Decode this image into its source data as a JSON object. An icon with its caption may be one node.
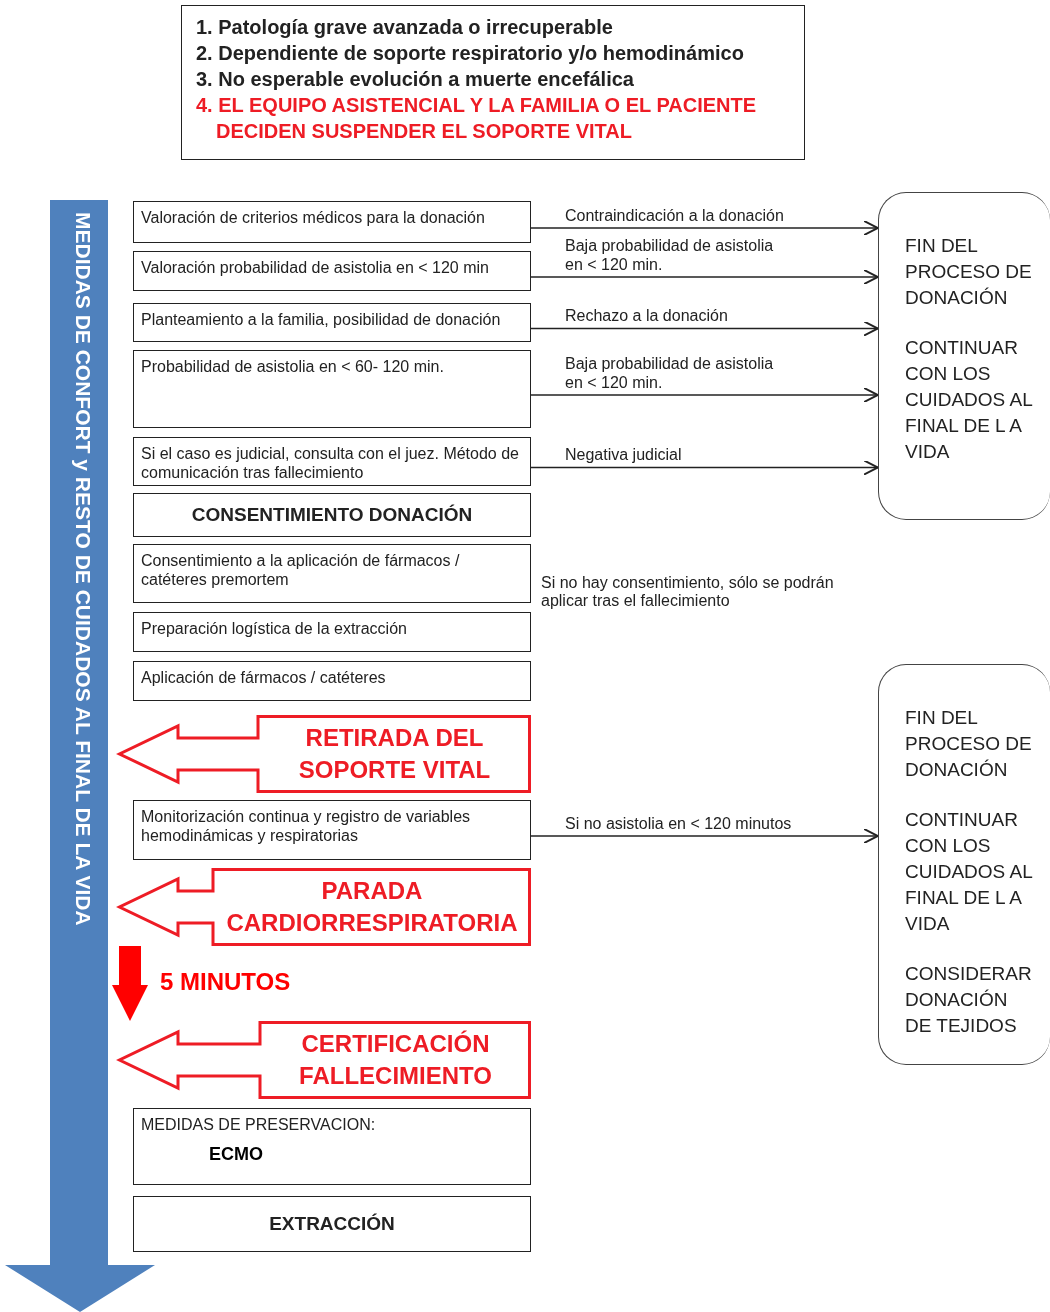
{
  "diagram": {
    "nodes": [
      {
        "text": [
          "1. Patología grave avanzada o irrecuperable",
          "2. Dependiente de soporte respiratorio y/o hemodinámico",
          "3. No esperable evolución a muerte encefálica",
          "4. EL EQUIPO ASISTENCIAL Y LA FAMILIA O EL PACIENTE DECIDEN SUSPENDER EL SOPORTE VITAL"
        ]
      },
      {
        "text": [
          "MEDIDAS DE CONFORT y RESTO DE CUIDADOS AL FINAL DE LA VIDA"
        ]
      },
      {
        "text": [
          "Valoración de criterios médicos para la donación"
        ]
      },
      {
        "text": [
          "Valoración probabilidad de asistolia en < 120 min"
        ]
      },
      {
        "text": [
          "Planteamiento a la familia, posibilidad de donación"
        ]
      },
      {
        "text": [
          "Probabilidad de asistolia en < 60- 120 min."
        ]
      },
      {
        "text": [
          "Si el caso es judicial, consulta con el juez. Método de comunicación tras fallecimiento"
        ]
      },
      {
        "text": [
          "CONSENTIMIENTO DONACIÓN"
        ]
      },
      {
        "text": [
          "Consentimiento a la aplicación de fármacos / catéteres premortem"
        ],
        "beside": [
          "Si no hay consentimiento, sólo se podrán aplicar tras el fallecimiento"
        ]
      },
      {
        "text": [
          "Preparación logística de la extracción"
        ]
      },
      {
        "text": [
          "Aplicación de fármacos / catéteres"
        ]
      },
      {
        "text": [
          "RETIRADA DEL SOPORTE VITAL"
        ]
      },
      {
        "text": [
          "Monitorización continua y registro de variables hemodinámicas y respiratorias"
        ]
      },
      {
        "text": [
          "PARADA CARDIORRESPIRATORIA"
        ]
      },
      {
        "text": [
          "CERTIFICACIÓN FALLECIMIENTO"
        ]
      },
      {
        "text": [
          "MEDIDAS DE PRESERVACION:",
          "ECMO"
        ]
      },
      {
        "text": [
          "EXTRACCIÓN"
        ]
      },
      {
        "text": [
          "FIN DEL PROCESO DE DONACIÓN",
          "CONTINUAR CON LOS CUIDADOS AL FINAL DE L A VIDA"
        ]
      },
      {
        "text": [
          "FIN DEL PROCESO DE DONACIÓN",
          "CONTINUAR CON LOS CUIDADOS AL FINAL DE L A VIDA",
          "CONSIDERAR DONACIÓN DE TEJIDOS"
        ]
      }
    ],
    "edges": [
      {
        "from": 2,
        "to": 17,
        "arrow": "to",
        "label": "Contraindicación a la donación"
      },
      {
        "from": 3,
        "to": 17,
        "arrow": "to",
        "label": "Baja probabilidad de asistolia en < 120 min."
      },
      {
        "from": 4,
        "to": 17,
        "arrow": "to",
        "label": "Rechazo a la donación"
      },
      {
        "from": 5,
        "to": 17,
        "arrow": "to",
        "label": "Baja probabilidad de asistolia en < 120 min."
      },
      {
        "from": 6,
        "to": 17,
        "arrow": "to",
        "label": "Negativa judicial"
      },
      {
        "from": 12,
        "to": 18,
        "arrow": "to",
        "label": "Si no asistolia en < 120 minutos"
      },
      {
        "from": 13,
        "to": 14,
        "arrow": "to",
        "label": "5 MINUTOS",
        "style": "thick",
        "color": "#ff0000"
      }
    ]
  }
}
